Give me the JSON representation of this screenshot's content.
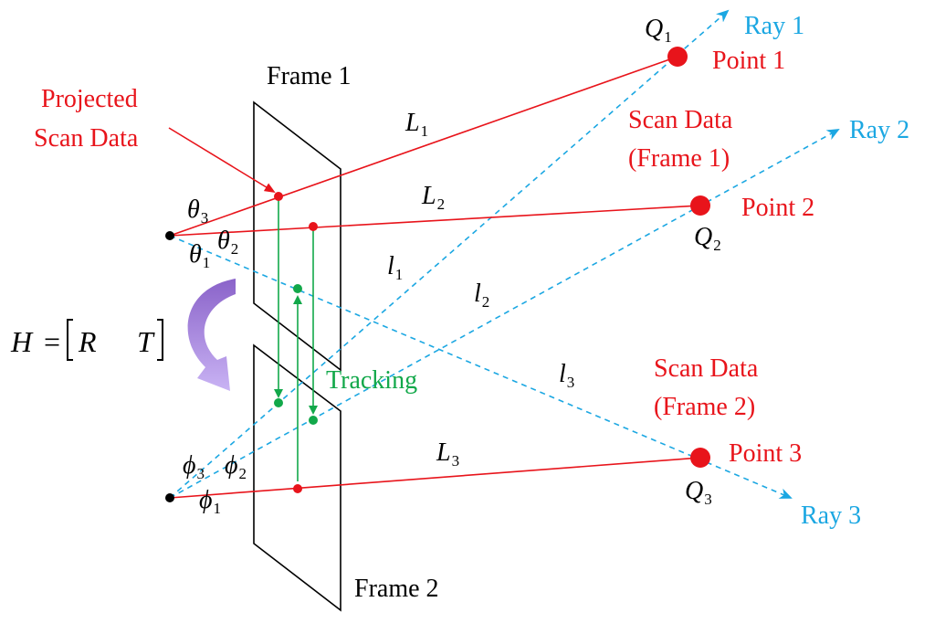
{
  "colors": {
    "red": "#e8141b",
    "blue": "#1ba7e2",
    "green": "#12a84a",
    "black": "#000000",
    "purple": "#a47fe2"
  },
  "labels": {
    "frame1": "Frame 1",
    "frame2": "Frame 2",
    "projected_line1": "Projected",
    "projected_line2": "Scan Data",
    "scan1_line1": "Scan Data",
    "scan1_line2": "(Frame 1)",
    "scan2_line1": "Scan Data",
    "scan2_line2": "(Frame 2)",
    "point1": "Point 1",
    "point2": "Point 2",
    "point3": "Point 3",
    "ray1": "Ray 1",
    "ray2": "Ray 2",
    "ray3": "Ray 3",
    "tracking": "Tracking"
  },
  "symbols": {
    "Q": "Q",
    "L": "L",
    "l": "l",
    "theta": "θ",
    "phi": "ϕ",
    "sub1": "1",
    "sub2": "2",
    "sub3": "3",
    "h_left": "H",
    "h_eq": "=",
    "h_r": "R",
    "h_t": "T"
  },
  "icons": {
    "transform_arrow": "curved-arrow-icon"
  }
}
